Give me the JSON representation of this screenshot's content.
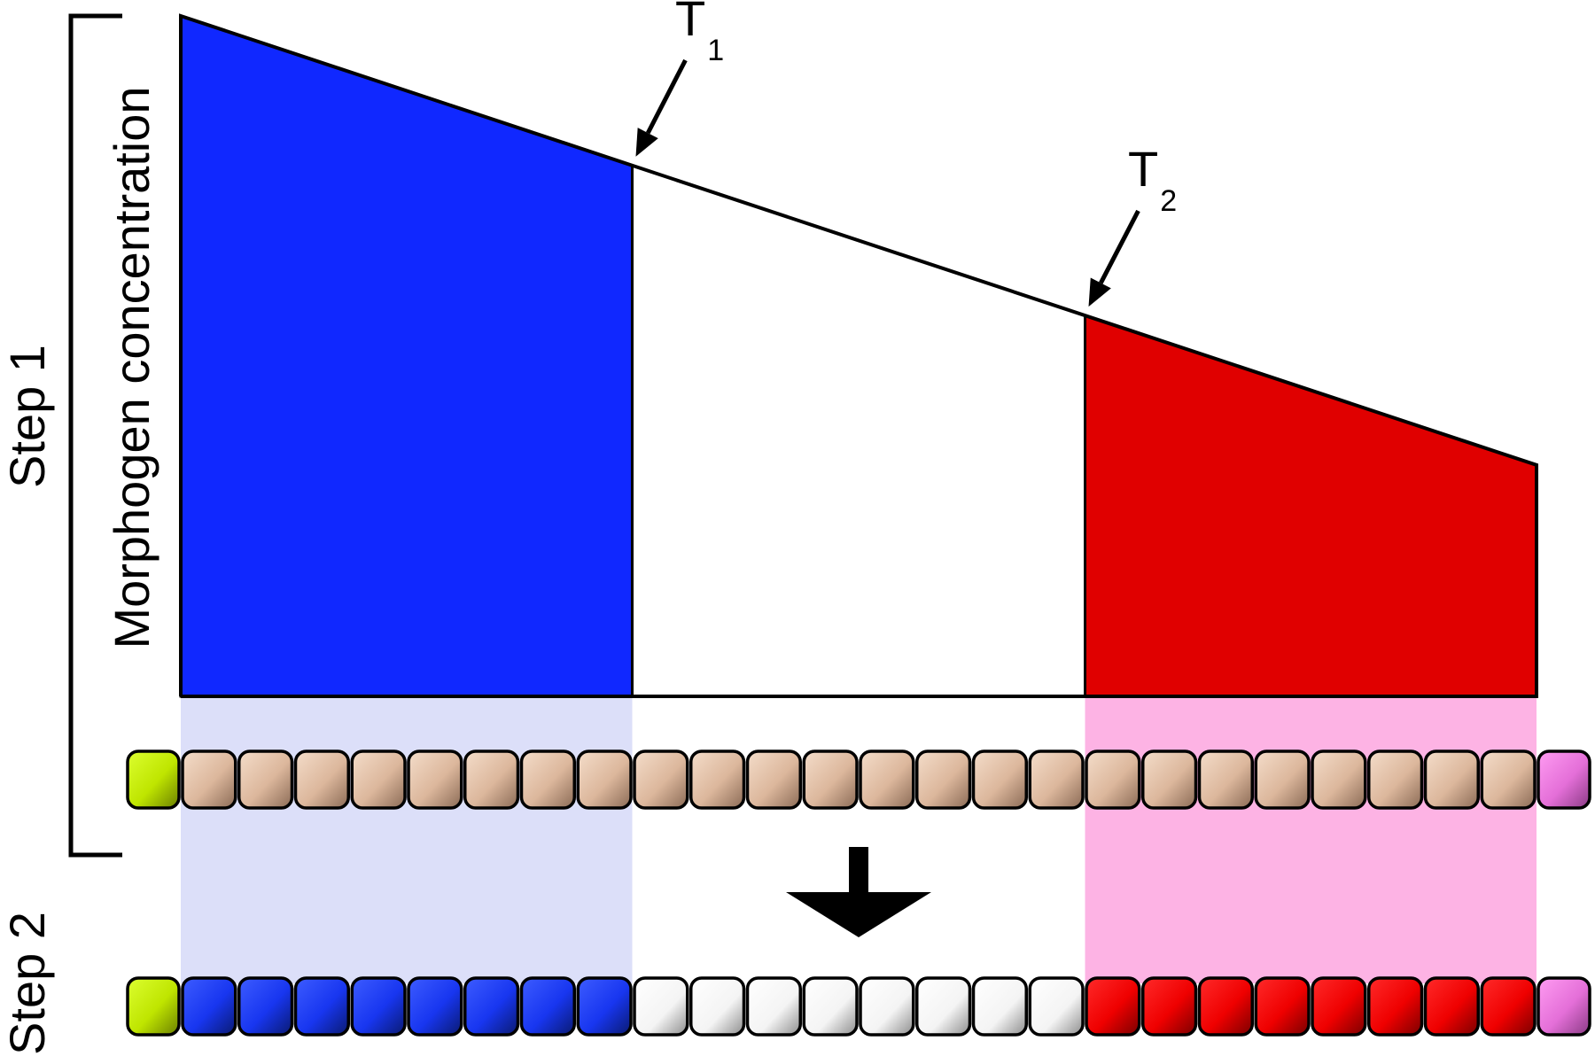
{
  "labels": {
    "step1": "Step 1",
    "step2": "Step 2",
    "y_axis": "Morphogen concentration",
    "threshold1": {
      "letter": "T",
      "sub": "1"
    },
    "threshold2": {
      "letter": "T",
      "sub": "2"
    }
  },
  "gradient": {
    "left_level": 1.0,
    "right_level": 0.34,
    "threshold1_position": 0.333,
    "threshold2_position": 0.667
  },
  "cells": {
    "count_interior": 24,
    "row1_states": [
      "neutral"
    ],
    "row2_states": [
      "blue",
      "white",
      "red"
    ],
    "cells_per_region": 8
  },
  "colors": {
    "blue_region": "#1028ff",
    "red_region": "#e00000",
    "blue_shade": "#dcdff9",
    "pink_shade": "#fdb3e4",
    "cell_neutral": "#ddb99e",
    "cell_blue": "#1836f0",
    "cell_white": "#ffffff",
    "cell_red": "#f00000",
    "end_left": "#bfe500",
    "end_right": "#e46fd8",
    "stroke": "#000000"
  }
}
